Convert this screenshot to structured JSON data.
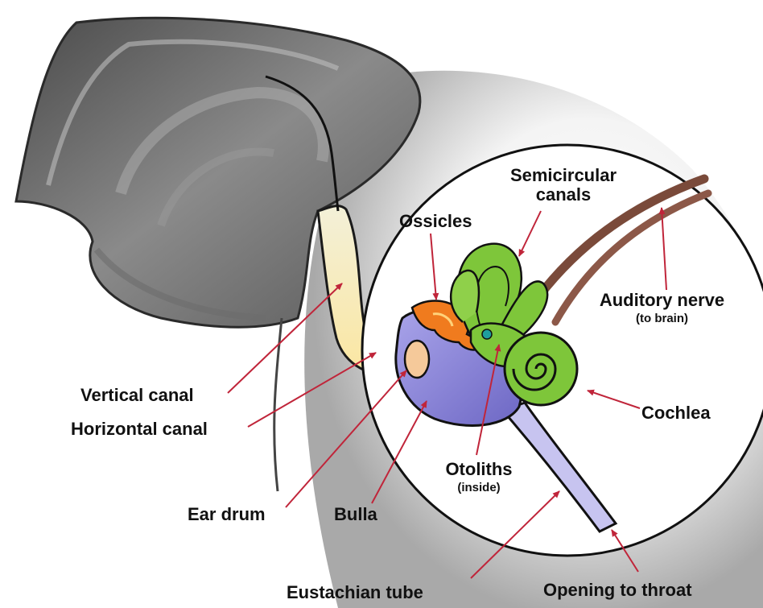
{
  "labels": {
    "semicircular_line1": "Semicircular",
    "semicircular_line2": "canals",
    "ossicles": "Ossicles",
    "auditory_nerve": "Auditory nerve",
    "auditory_nerve_sub": "(to brain)",
    "cochlea": "Cochlea",
    "vertical_canal": "Vertical canal",
    "horizontal_canal": "Horizontal canal",
    "otoliths": "Otoliths",
    "otoliths_sub": "(inside)",
    "ear_drum": "Ear drum",
    "bulla": "Bulla",
    "eustachian_tube": "Eustachian tube",
    "opening_to_throat": "Opening to throat"
  },
  "colors": {
    "arrow": "#c0253a",
    "inner_ear": "#7ec63a",
    "bulla": "#8b86d6",
    "ear_canal": "#fbeab0",
    "ossicles": "#f07b1e",
    "nerve": "#7a4a3a",
    "pinna": "#555555"
  }
}
